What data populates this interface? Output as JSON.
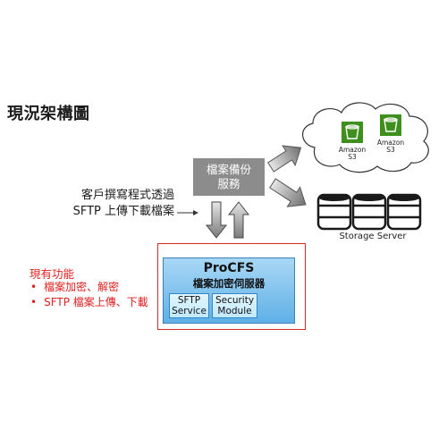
{
  "title": "現況架構圖",
  "client": {
    "lines": [
      "客戶撰寫程式透過",
      "SFTP 上傳下載檔案"
    ]
  },
  "backup_service": {
    "lines": [
      "檔案備份",
      "服務"
    ]
  },
  "procfs": {
    "name": "ProCFS",
    "subtitle": "檔案加密伺服器",
    "modules": [
      {
        "lines": [
          "SFTP",
          "Service"
        ]
      },
      {
        "lines": [
          "Security",
          "Module"
        ]
      }
    ]
  },
  "features": {
    "title": "現有功能",
    "items": [
      "檔案加密、解密",
      "SFTP 檔案上傳、下載"
    ]
  },
  "cloud": {
    "s3_buckets": [
      {
        "lines": [
          "Amazon",
          "S3"
        ]
      },
      {
        "lines": [
          "Amazon",
          "S3"
        ]
      }
    ]
  },
  "storage": {
    "label": "Storage Server"
  },
  "colors": {
    "accent_red": "#d62a2a",
    "service_gray": "#8c8c8c",
    "procfs_blue": "#5fb0e6",
    "s3_green": "#3f8f1f"
  }
}
